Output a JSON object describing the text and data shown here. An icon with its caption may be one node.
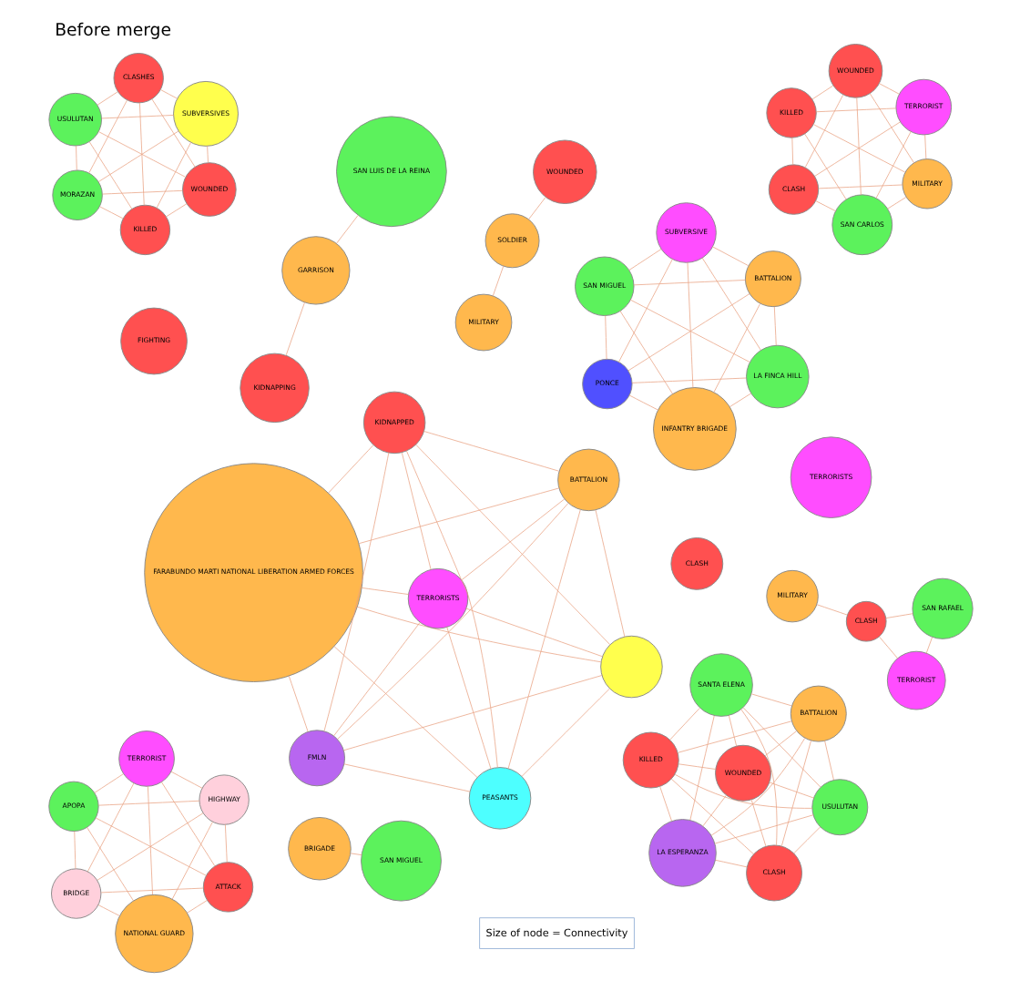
{
  "diagram": {
    "title": "Before merge",
    "nodes": [
      {
        "text": [
          "FARABUNDO MARTI NATIONAL LIBERATION ARMED FORCES"
        ]
      },
      {
        "text": [],
        "shape": "circle"
      },
      {
        "text": [
          "PEASANTS"
        ]
      },
      {
        "text": [
          "KIDNAPPED"
        ]
      },
      {
        "text": [
          "BATTALION"
        ]
      },
      {
        "text": [
          "TERRORISTS"
        ]
      },
      {
        "text": [
          "FMLN"
        ]
      },
      {
        "text": [
          "PONCE"
        ]
      },
      {
        "text": [
          "LA FINCA HILL"
        ]
      },
      {
        "text": [
          "INFANTRY BRIGADE"
        ]
      },
      {
        "text": [
          "SUBVERSIVE"
        ]
      },
      {
        "text": [
          "BATTALION"
        ]
      },
      {
        "text": [
          "SAN MIGUEL"
        ]
      },
      {
        "text": [
          "MILITARY"
        ]
      },
      {
        "text": [
          "SAN RAFAEL"
        ]
      },
      {
        "text": [
          "TERRORIST"
        ]
      },
      {
        "text": [
          "CLASH"
        ]
      },
      {
        "text": [
          "BRIGADE"
        ]
      },
      {
        "text": [
          "GARRISON"
        ]
      },
      {
        "text": [
          "FIGHTING"
        ]
      },
      {
        "text": [
          "SAN MIGUEL"
        ]
      },
      {
        "text": [
          "CLASH"
        ]
      },
      {
        "text": [
          "SOLDIER"
        ]
      },
      {
        "text": [
          "TERRORISTS"
        ]
      },
      {
        "text": [
          "WOUNDED"
        ]
      },
      {
        "text": [
          "SAN LUIS DE LA REINA"
        ]
      },
      {
        "text": [
          "KIDNAPPING"
        ]
      },
      {
        "text": [
          "MILITARY"
        ]
      },
      {
        "text": [
          "KILLED"
        ]
      },
      {
        "text": [
          "USULUTAN"
        ]
      },
      {
        "text": [
          "CLASH"
        ]
      },
      {
        "text": [
          "SANTA ELENA"
        ]
      },
      {
        "text": [
          "BATTALION"
        ]
      },
      {
        "text": [
          "WOUNDED"
        ]
      },
      {
        "text": [
          "LA ESPERANZA"
        ]
      },
      {
        "text": [
          "CLASH"
        ]
      },
      {
        "text": [
          "MILITARY"
        ]
      },
      {
        "text": [
          "SAN CARLOS"
        ]
      },
      {
        "text": [
          "WOUNDED"
        ]
      },
      {
        "text": [
          "TERRORIST"
        ]
      },
      {
        "text": [
          "KILLED"
        ]
      },
      {
        "text": [
          "MORAZAN"
        ]
      },
      {
        "text": [
          "WOUNDED"
        ]
      },
      {
        "text": [
          "KILLED"
        ]
      },
      {
        "text": [
          "CLASHES"
        ]
      },
      {
        "text": [
          "SUBVERSIVES"
        ]
      },
      {
        "text": [
          "USULUTAN"
        ]
      },
      {
        "text": [
          "BRIDGE"
        ]
      },
      {
        "text": [
          "ATTACK"
        ]
      },
      {
        "text": [
          "NATIONAL GUARD"
        ]
      },
      {
        "text": [
          "TERRORIST"
        ]
      },
      {
        "text": [
          "HIGHWAY"
        ]
      },
      {
        "text": [
          "APOPA"
        ]
      }
    ],
    "edges": [
      {
        "from": 0,
        "to": 1,
        "arrow": "none"
      },
      {
        "from": 0,
        "to": 2,
        "arrow": "none"
      },
      {
        "from": 0,
        "to": 3,
        "arrow": "none"
      },
      {
        "from": 0,
        "to": 4,
        "arrow": "none"
      },
      {
        "from": 0,
        "to": 5,
        "arrow": "none"
      },
      {
        "from": 0,
        "to": 6,
        "arrow": "none"
      },
      {
        "from": 1,
        "to": 2,
        "arrow": "none"
      },
      {
        "from": 1,
        "to": 3,
        "arrow": "none"
      },
      {
        "from": 1,
        "to": 4,
        "arrow": "none"
      },
      {
        "from": 1,
        "to": 5,
        "arrow": "none"
      },
      {
        "from": 1,
        "to": 6,
        "arrow": "none"
      },
      {
        "from": 2,
        "to": 3,
        "arrow": "none"
      },
      {
        "from": 2,
        "to": 4,
        "arrow": "none"
      },
      {
        "from": 2,
        "to": 5,
        "arrow": "none"
      },
      {
        "from": 2,
        "to": 6,
        "arrow": "none"
      },
      {
        "from": 3,
        "to": 4,
        "arrow": "none"
      },
      {
        "from": 3,
        "to": 5,
        "arrow": "none"
      },
      {
        "from": 3,
        "to": 6,
        "arrow": "none"
      },
      {
        "from": 4,
        "to": 5,
        "arrow": "none"
      },
      {
        "from": 4,
        "to": 6,
        "arrow": "none"
      },
      {
        "from": 5,
        "to": 6,
        "arrow": "none"
      },
      {
        "from": 7,
        "to": 8,
        "arrow": "none"
      },
      {
        "from": 7,
        "to": 9,
        "arrow": "none"
      },
      {
        "from": 7,
        "to": 10,
        "arrow": "none"
      },
      {
        "from": 7,
        "to": 11,
        "arrow": "none"
      },
      {
        "from": 7,
        "to": 12,
        "arrow": "none"
      },
      {
        "from": 8,
        "to": 9,
        "arrow": "none"
      },
      {
        "from": 8,
        "to": 10,
        "arrow": "none"
      },
      {
        "from": 8,
        "to": 11,
        "arrow": "none"
      },
      {
        "from": 8,
        "to": 12,
        "arrow": "none"
      },
      {
        "from": 9,
        "to": 10,
        "arrow": "none"
      },
      {
        "from": 9,
        "to": 11,
        "arrow": "none"
      },
      {
        "from": 9,
        "to": 12,
        "arrow": "none"
      },
      {
        "from": 10,
        "to": 11,
        "arrow": "none"
      },
      {
        "from": 10,
        "to": 12,
        "arrow": "none"
      },
      {
        "from": 11,
        "to": 12,
        "arrow": "none"
      },
      {
        "from": 13,
        "to": 16,
        "arrow": "none"
      },
      {
        "from": 14,
        "to": 16,
        "arrow": "none"
      },
      {
        "from": 15,
        "to": 14,
        "arrow": "none"
      },
      {
        "from": 15,
        "to": 16,
        "arrow": "none"
      },
      {
        "from": 17,
        "to": 20,
        "arrow": "none"
      },
      {
        "from": 22,
        "to": 27,
        "arrow": "none"
      },
      {
        "from": 22,
        "to": 24,
        "arrow": "none"
      },
      {
        "from": 18,
        "to": 26,
        "arrow": "none"
      },
      {
        "from": 18,
        "to": 25,
        "arrow": "none"
      },
      {
        "from": 28,
        "to": 29,
        "arrow": "none"
      },
      {
        "from": 28,
        "to": 30,
        "arrow": "none"
      },
      {
        "from": 28,
        "to": 31,
        "arrow": "none"
      },
      {
        "from": 28,
        "to": 32,
        "arrow": "none"
      },
      {
        "from": 28,
        "to": 33,
        "arrow": "none"
      },
      {
        "from": 28,
        "to": 34,
        "arrow": "none"
      },
      {
        "from": 29,
        "to": 30,
        "arrow": "none"
      },
      {
        "from": 29,
        "to": 31,
        "arrow": "none"
      },
      {
        "from": 29,
        "to": 32,
        "arrow": "none"
      },
      {
        "from": 29,
        "to": 33,
        "arrow": "none"
      },
      {
        "from": 29,
        "to": 34,
        "arrow": "none"
      },
      {
        "from": 30,
        "to": 31,
        "arrow": "none"
      },
      {
        "from": 30,
        "to": 32,
        "arrow": "none"
      },
      {
        "from": 30,
        "to": 33,
        "arrow": "none"
      },
      {
        "from": 30,
        "to": 34,
        "arrow": "none"
      },
      {
        "from": 31,
        "to": 32,
        "arrow": "none"
      },
      {
        "from": 31,
        "to": 33,
        "arrow": "none"
      },
      {
        "from": 31,
        "to": 34,
        "arrow": "none"
      },
      {
        "from": 32,
        "to": 33,
        "arrow": "none"
      },
      {
        "from": 32,
        "to": 34,
        "arrow": "none"
      },
      {
        "from": 33,
        "to": 34,
        "arrow": "none"
      },
      {
        "from": 35,
        "to": 36,
        "arrow": "none"
      },
      {
        "from": 35,
        "to": 37,
        "arrow": "none"
      },
      {
        "from": 35,
        "to": 38,
        "arrow": "none"
      },
      {
        "from": 35,
        "to": 39,
        "arrow": "none"
      },
      {
        "from": 35,
        "to": 40,
        "arrow": "none"
      },
      {
        "from": 36,
        "to": 37,
        "arrow": "none"
      },
      {
        "from": 36,
        "to": 38,
        "arrow": "none"
      },
      {
        "from": 36,
        "to": 39,
        "arrow": "none"
      },
      {
        "from": 36,
        "to": 40,
        "arrow": "none"
      },
      {
        "from": 37,
        "to": 38,
        "arrow": "none"
      },
      {
        "from": 37,
        "to": 39,
        "arrow": "none"
      },
      {
        "from": 37,
        "to": 40,
        "arrow": "none"
      },
      {
        "from": 38,
        "to": 39,
        "arrow": "none"
      },
      {
        "from": 38,
        "to": 40,
        "arrow": "none"
      },
      {
        "from": 39,
        "to": 40,
        "arrow": "none"
      },
      {
        "from": 41,
        "to": 42,
        "arrow": "none"
      },
      {
        "from": 41,
        "to": 43,
        "arrow": "none"
      },
      {
        "from": 41,
        "to": 44,
        "arrow": "none"
      },
      {
        "from": 41,
        "to": 45,
        "arrow": "none"
      },
      {
        "from": 41,
        "to": 46,
        "arrow": "none"
      },
      {
        "from": 42,
        "to": 43,
        "arrow": "none"
      },
      {
        "from": 42,
        "to": 44,
        "arrow": "none"
      },
      {
        "from": 42,
        "to": 45,
        "arrow": "none"
      },
      {
        "from": 42,
        "to": 46,
        "arrow": "none"
      },
      {
        "from": 43,
        "to": 44,
        "arrow": "none"
      },
      {
        "from": 43,
        "to": 45,
        "arrow": "none"
      },
      {
        "from": 43,
        "to": 46,
        "arrow": "none"
      },
      {
        "from": 44,
        "to": 45,
        "arrow": "none"
      },
      {
        "from": 44,
        "to": 46,
        "arrow": "none"
      },
      {
        "from": 45,
        "to": 46,
        "arrow": "none"
      },
      {
        "from": 47,
        "to": 48,
        "arrow": "none"
      },
      {
        "from": 47,
        "to": 49,
        "arrow": "none"
      },
      {
        "from": 47,
        "to": 50,
        "arrow": "none"
      },
      {
        "from": 47,
        "to": 51,
        "arrow": "none"
      },
      {
        "from": 47,
        "to": 52,
        "arrow": "none"
      },
      {
        "from": 48,
        "to": 49,
        "arrow": "none"
      },
      {
        "from": 48,
        "to": 50,
        "arrow": "none"
      },
      {
        "from": 48,
        "to": 51,
        "arrow": "none"
      },
      {
        "from": 48,
        "to": 52,
        "arrow": "none"
      },
      {
        "from": 49,
        "to": 50,
        "arrow": "none"
      },
      {
        "from": 49,
        "to": 51,
        "arrow": "none"
      },
      {
        "from": 49,
        "to": 52,
        "arrow": "none"
      },
      {
        "from": 50,
        "to": 51,
        "arrow": "none"
      },
      {
        "from": 50,
        "to": 52,
        "arrow": "none"
      },
      {
        "from": 51,
        "to": 52,
        "arrow": "none"
      }
    ],
    "labels": [
      "Size of node = Connectivity"
    ]
  }
}
